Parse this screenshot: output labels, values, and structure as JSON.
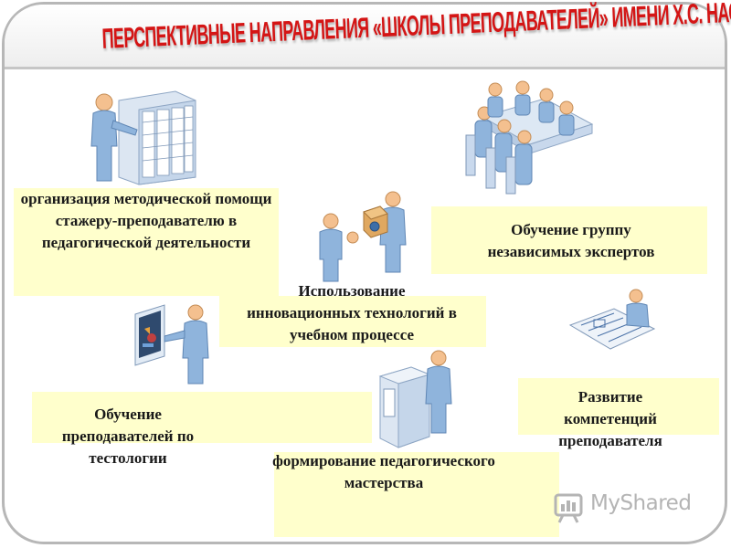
{
  "title": "ПЕРСПЕКТИВНЫЕ НАПРАВЛЕНИЯ «ШКОЛЫ ПРЕПОДАВАТЕЛЕЙ» ИМЕНИ Х.С. НАСЫБУЛЛИНОЙ",
  "items": [
    {
      "text": "организация методической помощи стажеру-преподавателю в педагогической деятельности"
    },
    {
      "text": "Обучение группу независимых экспертов"
    },
    {
      "text": "Использование инновационных технологий в учебном процессе"
    },
    {
      "text": "Обучение преподавателей по тестологии"
    },
    {
      "text": "Развитие компетенций преподавателя"
    },
    {
      "text": "формирование педагогического мастерства"
    }
  ],
  "watermark": {
    "text": "MyShared"
  },
  "colors": {
    "title": "#d41515",
    "box": "#ffffcc",
    "figure": "#8fb4dc",
    "frame": "#b7b7b7"
  },
  "icons": [
    "server-person-icon",
    "meeting-table-icon",
    "package-exchange-icon",
    "presentation-person-icon",
    "blueprint-person-icon",
    "copier-person-icon"
  ]
}
